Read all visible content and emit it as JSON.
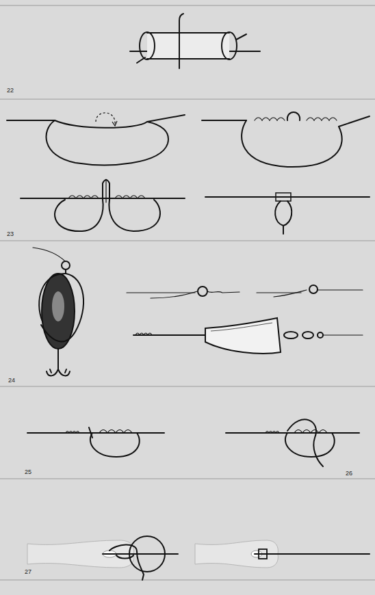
{
  "diagram": {
    "labels": [
      "22",
      "23",
      "24",
      "25",
      "26",
      "27"
    ]
  }
}
